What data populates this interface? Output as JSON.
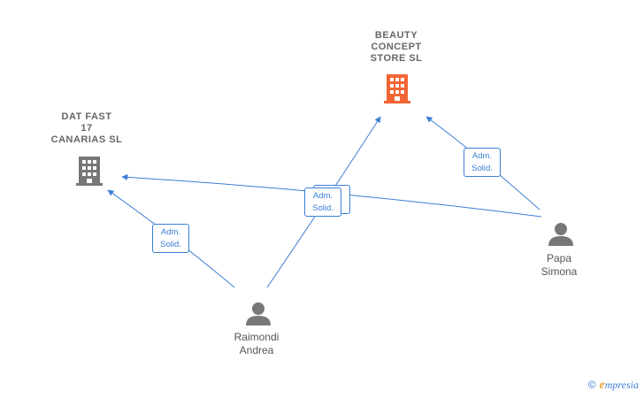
{
  "companies": [
    {
      "id": "beauty",
      "label": "BEAUTY\nCONCEPT\nSTORE  SL",
      "color": "#f26535"
    },
    {
      "id": "datfast",
      "label": "DAT FAST\n17\nCANARIAS  SL",
      "color": "#777777"
    }
  ],
  "people": [
    {
      "id": "raimondi",
      "label": "Raimondi\nAndrea"
    },
    {
      "id": "papa",
      "label": "Papa\nSimona"
    }
  ],
  "relations": [
    {
      "line1": "Adm.",
      "line2": "Solid."
    },
    {
      "line1": "Adm.",
      "line2": "Solid."
    },
    {
      "line1": "Adm.",
      "line2": "Solid."
    },
    {
      "line1": "Adm.",
      "line2": "Solid."
    }
  ],
  "colors": {
    "edge": "#3b7fd6",
    "person": "#777777"
  },
  "brand": {
    "copyright": "©",
    "name_initial": "e",
    "name_rest": "mpresia"
  }
}
